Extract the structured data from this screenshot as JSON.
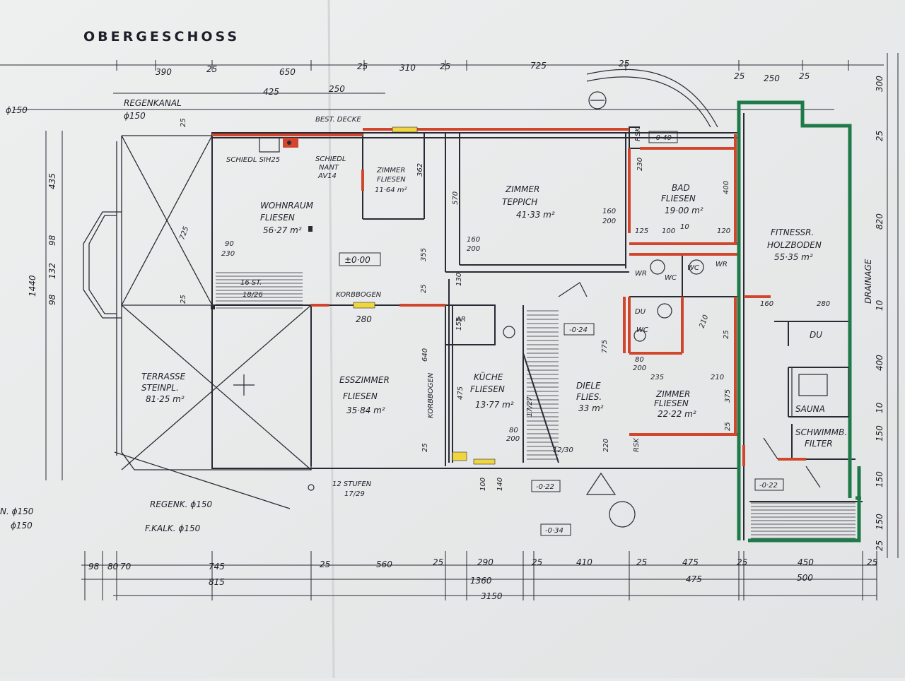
{
  "title": "OBERGESCHOSS",
  "colors": {
    "paper": "#eceded",
    "line": "#2a2a35",
    "wall_red": "#d2462e",
    "wall_green": "#1f7a4a",
    "window_yellow": "#efd640"
  },
  "rooms": {
    "wohnraum": {
      "name": "WOHNRAUM",
      "floor": "FLIESEN",
      "area": "56·27 m²"
    },
    "zimmer_small": {
      "name": "ZIMMER",
      "floor": "FLIESEN",
      "area": "11·64 m²"
    },
    "zimmer_teppich": {
      "name": "ZIMMER",
      "floor": "TEPPICH",
      "area": "41·33 m²"
    },
    "bad": {
      "name": "BAD",
      "floor": "FLIESEN",
      "area": "19·00 m²"
    },
    "fitness": {
      "name": "FITNESSR.",
      "floor": "HOLZBODEN",
      "area": "55·35 m²"
    },
    "terrasse": {
      "name": "TERRASSE",
      "floor": "STEINPL.",
      "area": "81·25 m²"
    },
    "esszimmer": {
      "name": "ESSZIMMER",
      "floor": "FLIESEN",
      "area": "35·84 m²"
    },
    "kueche": {
      "name": "KÜCHE",
      "floor": "FLIESEN",
      "area": "13·77 m²"
    },
    "diele": {
      "name": "DIELE",
      "floor": "FLIES.",
      "area": "33 m²"
    },
    "zimmer_lower": {
      "name": "ZIMMER",
      "floor": "FLIESEN",
      "area": "22·22 m²"
    },
    "du": "DU",
    "du2": "DU",
    "wc1": "WC",
    "wc2": "WC",
    "wc3": "WC",
    "wr1": "WR",
    "wr2": "WR",
    "sauna": "SAUNA",
    "schwimm": "SCHWIMMB.",
    "filter": "FILTER",
    "ar": "AR"
  },
  "labels": {
    "regenkanal": "REGENKANAL",
    "phi150": "ϕ150",
    "best_decke": "BEST. DECKE",
    "schiedl1": "SCHIEDL SIH25",
    "schiedl2": "SCHIEDL",
    "schiedl3": "NANT",
    "schiedl4": "AV14",
    "korbbogen1": "KORBBOGEN",
    "korbbogen2": "KORBBOGEN",
    "stufen1": "16 ST.",
    "stufen1b": "18/26",
    "stufen2": "12 STUFEN",
    "stufen2b": "17/29",
    "stufen3": "17/27",
    "stufen4": "12/30",
    "drainage": "DRAINAGE",
    "regenk": "REGENK. ϕ150",
    "fkalk": "F.KALK. ϕ150",
    "left_note1": "N. ϕ150",
    "left_note2": "ϕ150",
    "rsk": "RSK",
    "rsk2": "RSK",
    "level0": "±0·00",
    "level_040": "-0·40",
    "level_024": "-0·24",
    "level_022a": "-0·22",
    "level_022b": "-0·22",
    "level_034": "-0·34"
  },
  "dims": {
    "top": [
      "390",
      "25",
      "650",
      "25",
      "310",
      "25",
      "725",
      "25",
      "25",
      "250",
      "25"
    ],
    "top2": [
      "425",
      "250"
    ],
    "bottom1": [
      "98",
      "80",
      "70",
      "745",
      "25",
      "560",
      "25",
      "290",
      "25",
      "410",
      "25",
      "475",
      "25",
      "450",
      "25"
    ],
    "bottom2": [
      "815",
      "1360",
      "475",
      "500"
    ],
    "bottom3": "3150",
    "left": [
      "435",
      "1440",
      "132",
      "98",
      "98"
    ],
    "right": [
      "300",
      "820",
      "25",
      "10",
      "400",
      "10",
      "150",
      "150",
      "150",
      "25"
    ],
    "inner": {
      "d90": "90",
      "d230": "230",
      "d725": "725",
      "d25a": "25",
      "d25b": "25",
      "d280": "280",
      "d362": "362",
      "d570": "570",
      "d160": "160",
      "d200": "200",
      "d160b": "160",
      "d200b": "200",
      "d355": "355",
      "d25c": "25",
      "d130": "130",
      "d640": "640",
      "d475": "475",
      "d25d": "25",
      "d230b": "230",
      "d400": "400",
      "d125": "125",
      "d100": "100",
      "d10": "10",
      "d120": "120",
      "d160c": "160",
      "d280c": "280",
      "d235": "235",
      "d210": "210",
      "d375": "375",
      "d775": "775",
      "d80": "80",
      "d200c": "200",
      "d100b": "100",
      "d140": "140",
      "d155": "155",
      "d25e": "25",
      "d210b": "210",
      "d220": "220",
      "d25f": "25",
      "d80b": "80",
      "d200d": "200"
    }
  }
}
